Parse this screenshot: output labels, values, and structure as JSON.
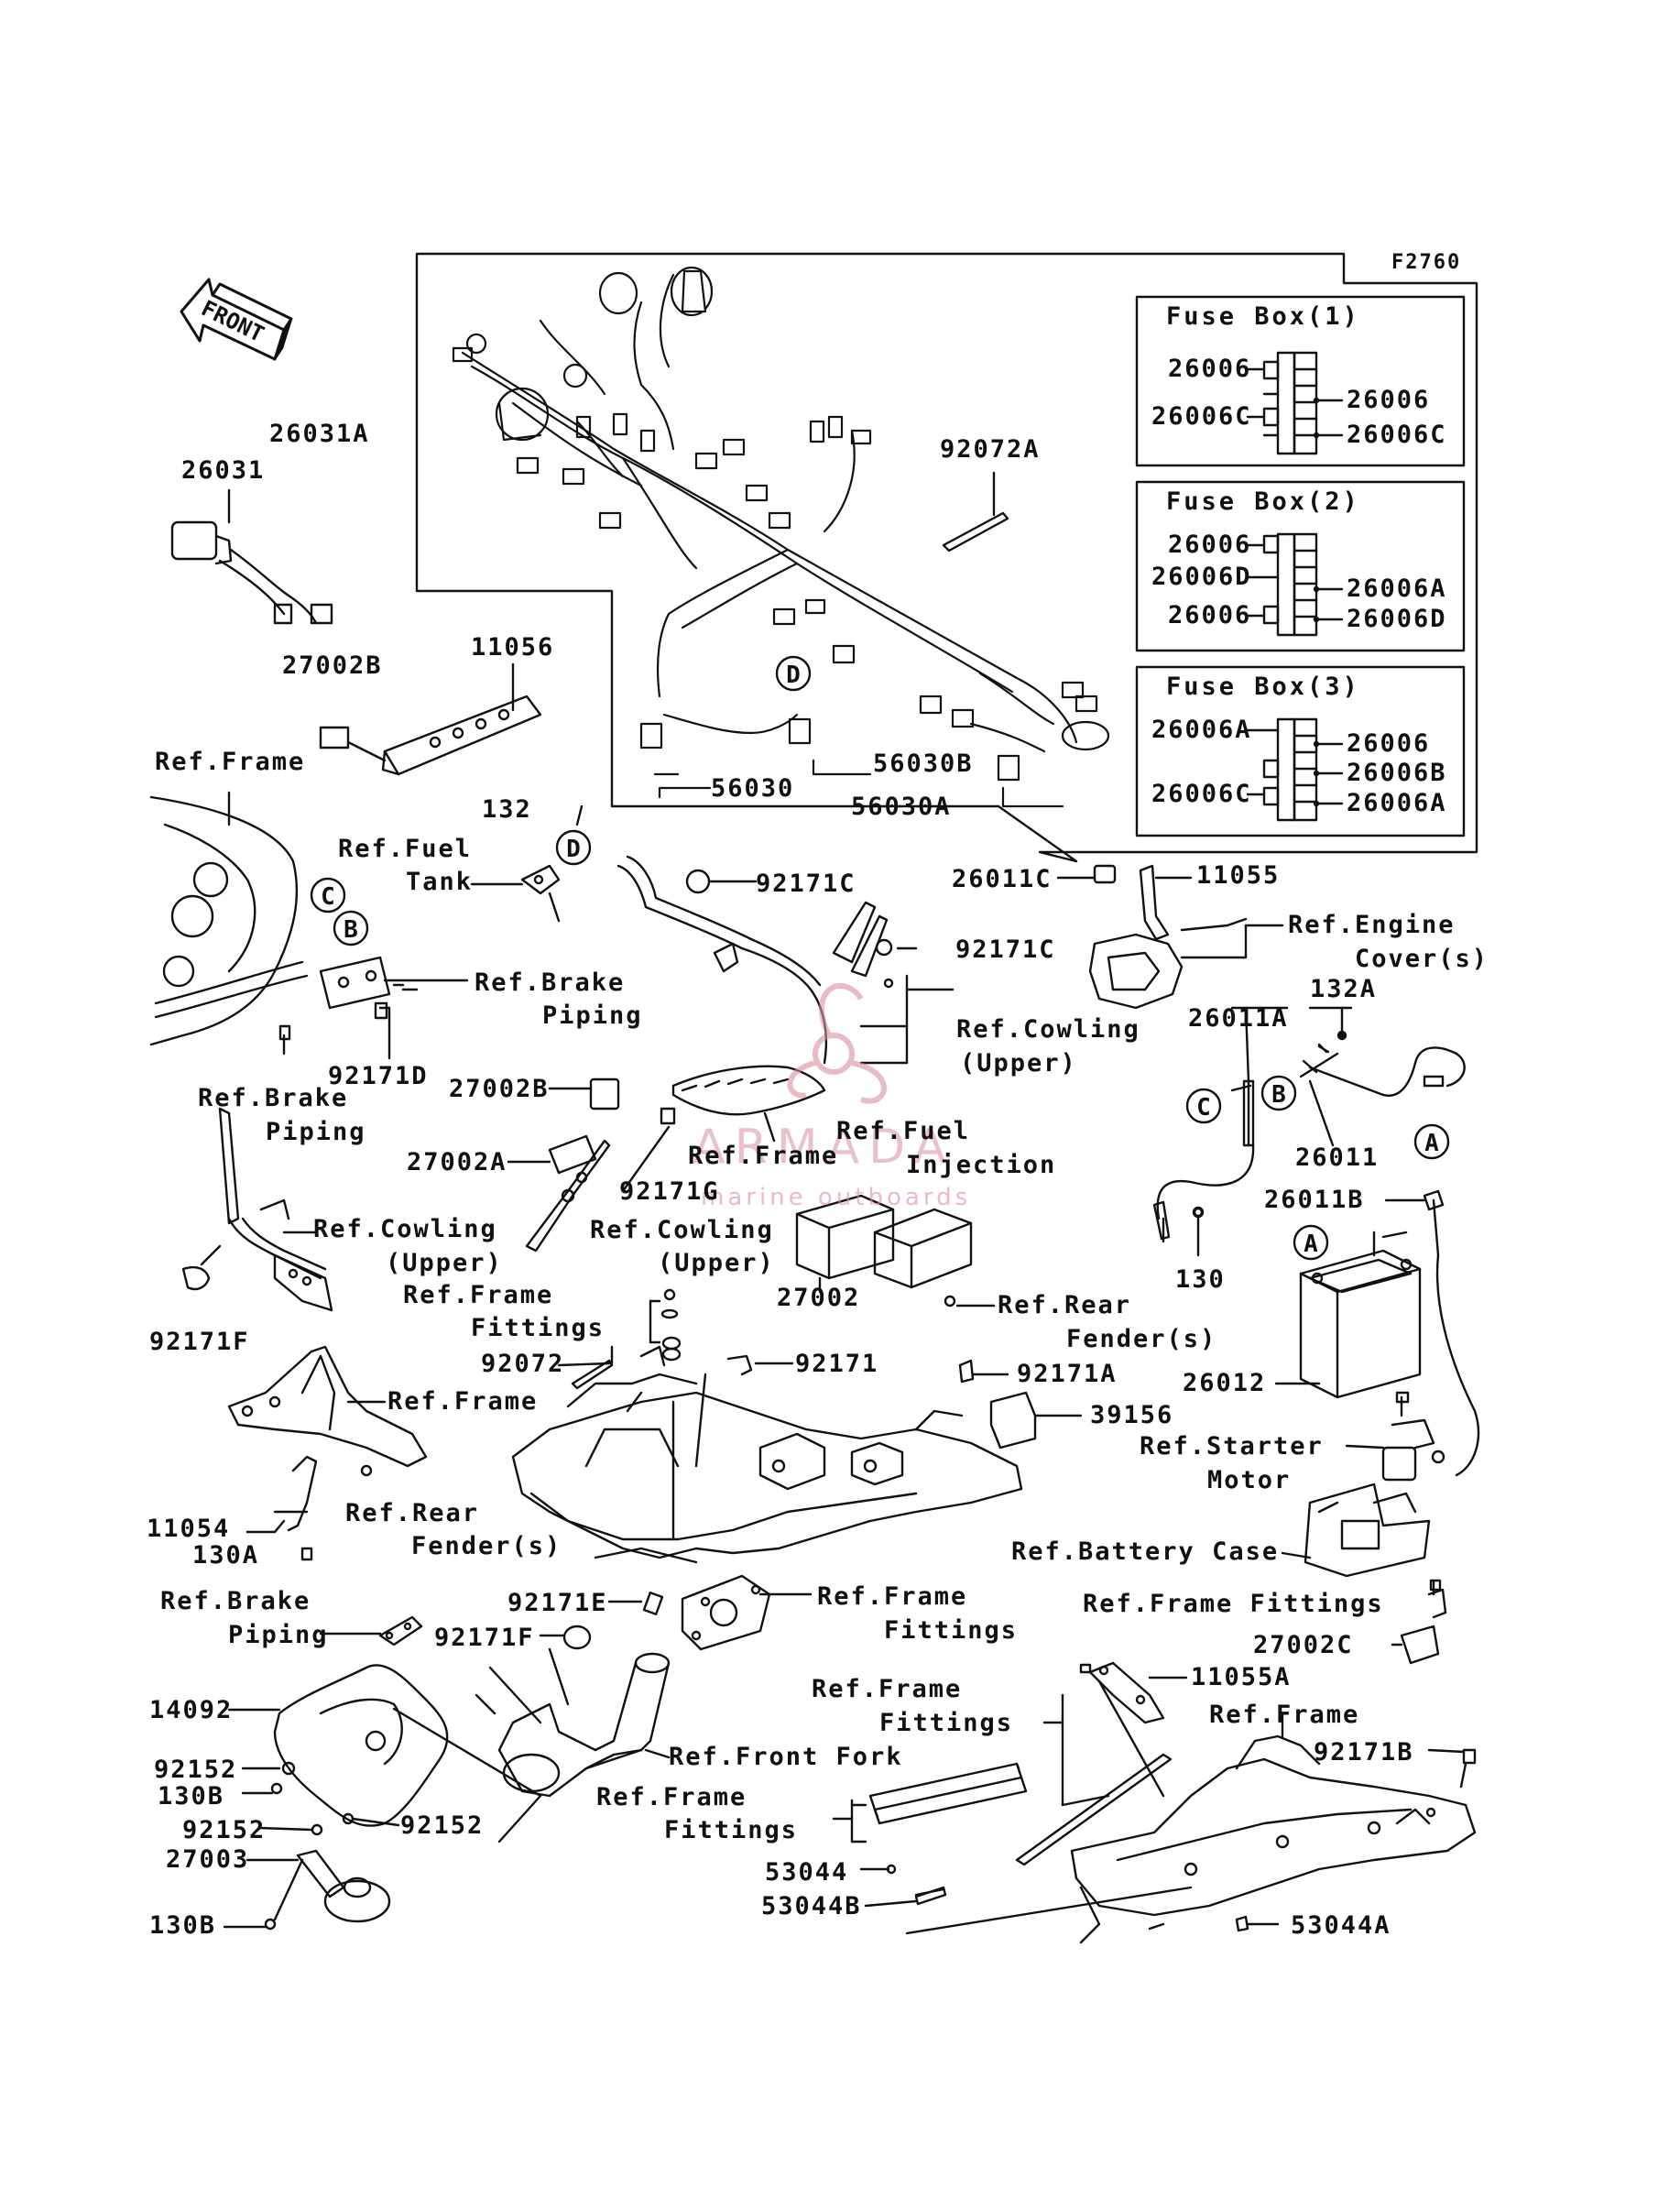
{
  "figure_id": "F2760",
  "front_label": "FRONT",
  "watermark": {
    "brand": "ARMADA",
    "tagline": "marine outboards"
  },
  "fuse_boxes": [
    {
      "title": "Fuse Box(1)",
      "left_labels": [
        "26006",
        "26006C"
      ],
      "right_labels": [
        "26006",
        "26006C"
      ]
    },
    {
      "title": "Fuse Box(2)",
      "left_labels": [
        "26006",
        "26006D",
        "26006"
      ],
      "right_labels": [
        "26006A",
        "26006D"
      ]
    },
    {
      "title": "Fuse Box(3)",
      "left_labels": [
        "26006A",
        "26006C"
      ],
      "right_labels": [
        "26006",
        "26006B",
        "26006A"
      ]
    }
  ],
  "callouts": {
    "c1": "26031A",
    "c2": "26031",
    "c3": "92072A",
    "c4": "27002B",
    "c5": "11056",
    "c6": "Ref.Frame",
    "c7": "132",
    "c8": "Ref.Fuel",
    "c9": "Tank",
    "c10": "56030",
    "c11": "56030B",
    "c12": "56030A",
    "c13": "92171C",
    "c14": "26011C",
    "c15": "11055",
    "c16": "Ref.Engine",
    "c17": "Cover(s)",
    "c18": "92171C",
    "c19": "Ref.Brake",
    "c20": "Piping",
    "c21": "92171D",
    "c22": "Ref.Cowling",
    "c23": "(Upper)",
    "c24": "132A",
    "c25": "26011A",
    "c26": "Ref.Brake",
    "c27": "Piping",
    "c28": "27002B",
    "c29": "Ref.Fuel",
    "c30": "Injection",
    "c31": "27002A",
    "c32": "Ref.Frame",
    "c33": "92171G",
    "c34": "26011",
    "c35": "26011B",
    "c36": "Ref.Cowling",
    "c37": "(Upper)",
    "c38": "Ref.Cowling",
    "c39": "(Upper)",
    "c40": "92171F",
    "c41": "Ref.Frame",
    "c42": "Fittings",
    "c43": "27002",
    "c44": "130",
    "c45": "Ref.Rear",
    "c46": "Fender(s)",
    "c47": "92072",
    "c48": "92171",
    "c49": "92171A",
    "c50": "26012",
    "c51": "39156",
    "c52": "Ref.Frame",
    "c53": "Ref.Starter",
    "c54": "Motor",
    "c55": "11054",
    "c56": "Ref.Rear",
    "c57": "Fender(s)",
    "c58": "130A",
    "c59": "Ref.Battery Case",
    "c60": "Ref.Brake",
    "c61": "Piping",
    "c62": "92171E",
    "c63": "Ref.Frame",
    "c64": "Fittings",
    "c65": "Ref.Frame Fittings",
    "c66": "92171F",
    "c67": "27002C",
    "c68": "14092",
    "c69": "Ref.Frame",
    "c70": "Fittings",
    "c71": "11055A",
    "c72": "Ref.Frame",
    "c73": "Ref.Front Fork",
    "c74": "92152",
    "c75": "130B",
    "c76": "Ref.Frame",
    "c77": "Fittings",
    "c78": "92171B",
    "c79": "92152",
    "c80": "92152",
    "c81": "27003",
    "c82": "53044",
    "c83": "53044B",
    "c84": "130B",
    "c85": "53044A"
  },
  "circle_markers": {
    "m1": "D",
    "m2": "D",
    "m3": "C",
    "m4": "B",
    "m5": "C",
    "m6": "B",
    "m7": "A",
    "m8": "A"
  },
  "colors": {
    "ink": "#111111",
    "watermark": "#d98fa0"
  }
}
